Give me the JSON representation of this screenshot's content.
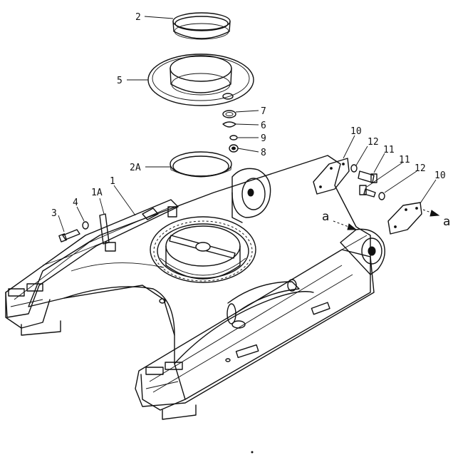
{
  "callouts": {
    "c2": "2",
    "c5": "5",
    "c7": "7",
    "c6": "6",
    "c9": "9",
    "c8": "8",
    "c2a": "2A",
    "c1": "1",
    "c1a": "1A",
    "c4": "4",
    "c3": "3",
    "c10a": "10",
    "c12a": "12",
    "c11a": "11",
    "c11b": "11",
    "c12b": "12",
    "c10b": "10"
  },
  "view_markers": {
    "left": "a",
    "right": "a"
  }
}
